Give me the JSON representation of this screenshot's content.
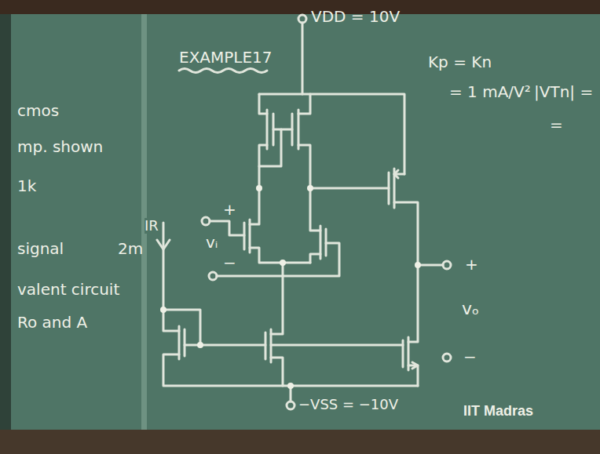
{
  "diagram": {
    "title": "EXAMPLE17",
    "labels": [
      "VDD = 10V",
      "Kp = Kn",
      "= 1 mA/V²",
      "|VTn| =",
      "=",
      "cmos",
      "mp. shown",
      "1k",
      "signal",
      "2m",
      "valent circuit",
      "Ro and A",
      "IR",
      "+",
      "vᵢ",
      "−",
      "+",
      "vₒ",
      "−",
      "−VSS = −10V",
      "IIT Madras"
    ]
  }
}
